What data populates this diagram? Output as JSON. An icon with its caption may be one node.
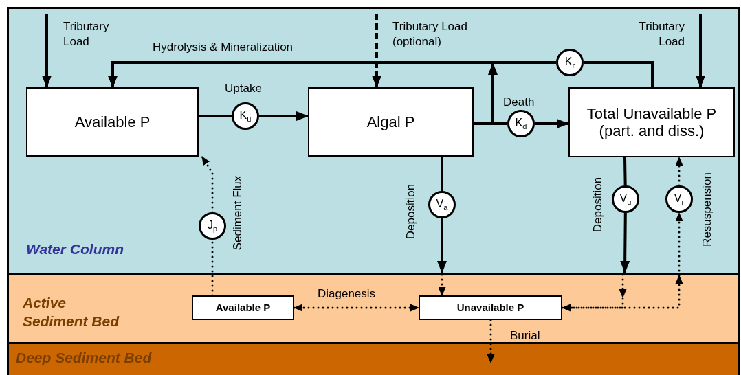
{
  "diagram": {
    "nodes": [
      {
        "text": [
          "Water Column"
        ]
      },
      {
        "text": [
          "Available P"
        ],
        "in": 0
      },
      {
        "text": [
          "Algal P"
        ],
        "in": 0
      },
      {
        "text": [
          "Total Unavailable P",
          "(part. and diss.)"
        ],
        "in": 0
      },
      {
        "text": [
          "K$_{u}$"
        ],
        "in": 0,
        "beside": [
          "Uptake"
        ]
      },
      {
        "text": [
          "K$_{d}$"
        ],
        "in": 0,
        "beside": [
          "Death"
        ]
      },
      {
        "text": [
          "K$_{r}$"
        ],
        "in": 0
      },
      {
        "text": [
          "V$_{a}$"
        ],
        "in": 0,
        "beside": [
          "Deposition"
        ]
      },
      {
        "text": [
          "V$_{u}$"
        ],
        "in": 0,
        "beside": [
          "Deposition"
        ]
      },
      {
        "text": [
          "V$_{r}$"
        ],
        "in": 0,
        "beside": [
          "Resuspension"
        ]
      },
      {
        "text": [
          "J$_{p}$"
        ],
        "in": 0,
        "beside": [
          "Sediment Flux"
        ]
      },
      {
        "text": [
          "Active Sediment Bed"
        ]
      },
      {
        "text": [
          "Available P"
        ],
        "in": 11
      },
      {
        "text": [
          "Unavailable P"
        ],
        "in": 11
      },
      {
        "text": [
          "Deep Sediment Bed"
        ]
      }
    ],
    "edges": [
      {
        "from": null,
        "to": 1,
        "arrow": "to",
        "label": "Tributary Load"
      },
      {
        "from": null,
        "to": 2,
        "arrow": "to",
        "label": "Tributary Load (optional)",
        "style": "dashed"
      },
      {
        "from": null,
        "to": 3,
        "arrow": "to",
        "label": "Tributary Load"
      },
      {
        "from": 1,
        "to": 4,
        "arrow": "none"
      },
      {
        "from": 4,
        "to": 2,
        "arrow": "to"
      },
      {
        "from": 2,
        "to": 5,
        "arrow": "none"
      },
      {
        "from": 5,
        "to": 3,
        "arrow": "to"
      },
      {
        "from": 3,
        "to": 6,
        "arrow": "none"
      },
      {
        "from": 6,
        "to": 1,
        "arrow": "to",
        "label": "Hydrolysis & Mineralization"
      },
      {
        "from": 2,
        "to": 1,
        "arrow": "to"
      },
      {
        "from": 2,
        "to": 7,
        "arrow": "none"
      },
      {
        "from": 7,
        "to": 11,
        "arrow": "to"
      },
      {
        "from": 0,
        "to": 13,
        "arrow": "to",
        "style": "dashed"
      },
      {
        "from": 3,
        "to": 8,
        "arrow": "none"
      },
      {
        "from": 8,
        "to": 11,
        "arrow": "to"
      },
      {
        "from": 0,
        "to": 13,
        "arrow": "to",
        "style": "dashed"
      },
      {
        "from": 13,
        "to": 9,
        "arrow": "to",
        "style": "dashed"
      },
      {
        "from": 9,
        "to": 3,
        "arrow": "to",
        "style": "dashed"
      },
      {
        "from": 10,
        "to": 1,
        "arrow": "to",
        "style": "dashed"
      },
      {
        "from": 12,
        "to": 10,
        "arrow": "none",
        "style": "dashed"
      },
      {
        "from": 12,
        "to": 13,
        "arrow": "both",
        "label": "Diagenesis",
        "style": "dashed"
      },
      {
        "from": 13,
        "to": 14,
        "arrow": "to",
        "label": "Burial",
        "style": "dashed"
      }
    ]
  }
}
